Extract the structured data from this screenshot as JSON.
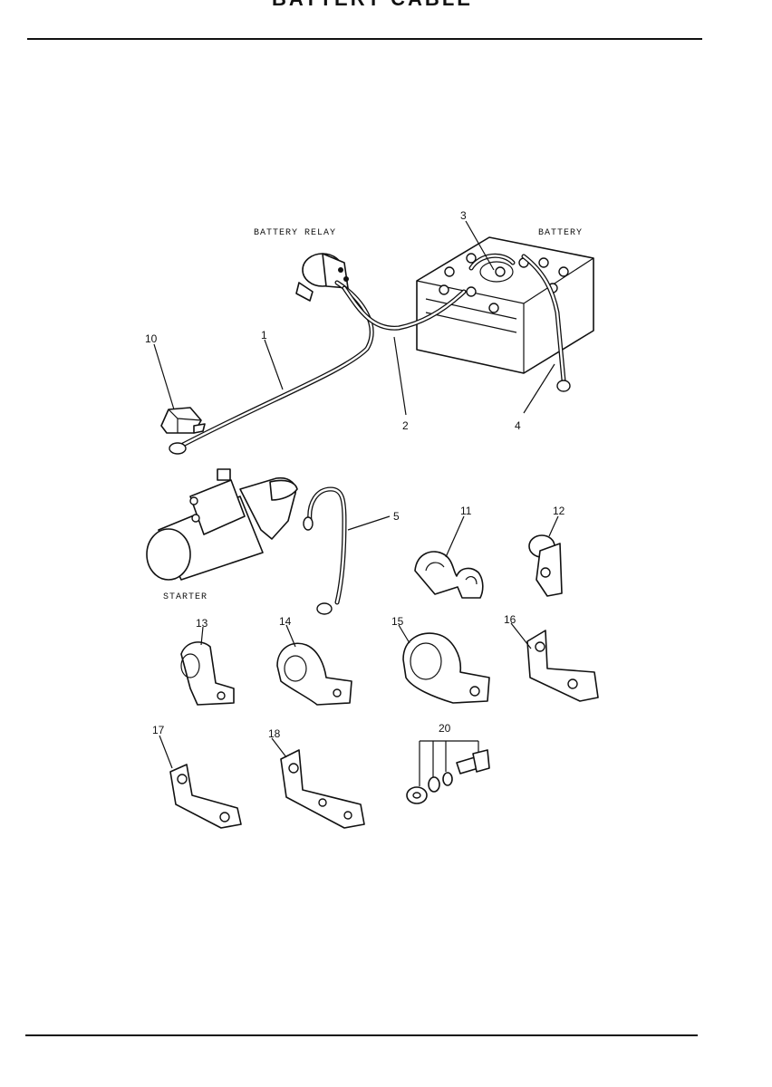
{
  "header": {
    "title": "BATTERY CABLE"
  },
  "labels": {
    "battery_relay": "BATTERY RELAY",
    "battery": "BATTERY",
    "starter": "STARTER"
  },
  "callouts": [
    "1",
    "2",
    "3",
    "4",
    "5",
    "10",
    "11",
    "12",
    "13",
    "14",
    "15",
    "16",
    "17",
    "18",
    "20"
  ]
}
